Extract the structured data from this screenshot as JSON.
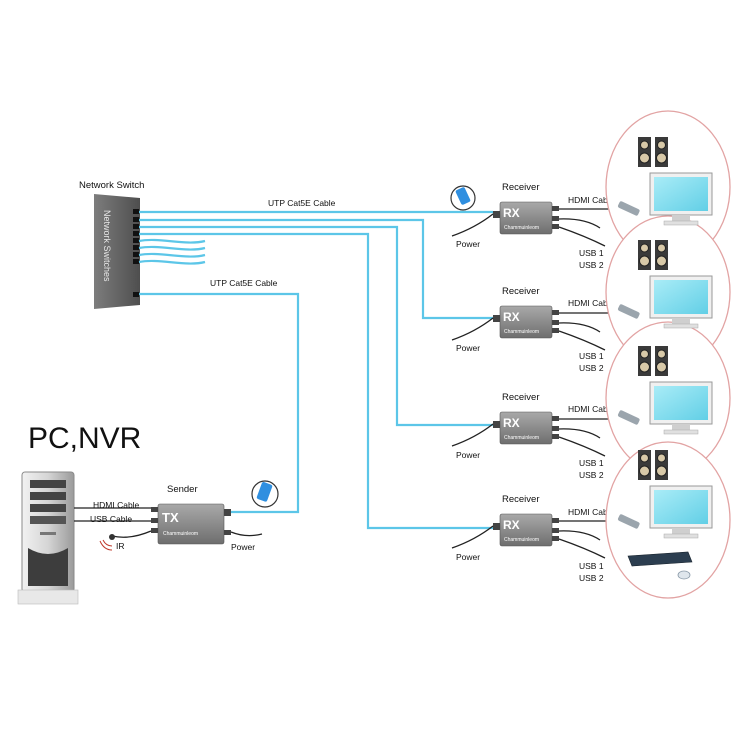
{
  "title": "PC,NVR",
  "network_switch": {
    "heading": "Network Switch",
    "body_text": "Network Switches"
  },
  "cable_labels": {
    "top": "UTP Cat5E Cable",
    "sender": "UTP Cat5E Cable"
  },
  "sender": {
    "heading": "Sender",
    "badge": "TX",
    "brand": "Chammuinleom",
    "hdmi_label": "HDMI Cable",
    "usb_label": "USB Cable",
    "ir_label": "IR",
    "power_label": "Power"
  },
  "receivers": [
    {
      "heading": "Receiver",
      "badge": "RX",
      "brand": "Chammuinleom",
      "hdmi_label": "HDMI Cable",
      "usb1": "USB 1",
      "usb2": "USB 2",
      "power_label": "Power"
    },
    {
      "heading": "Receiver",
      "badge": "RX",
      "brand": "Chammuinleom",
      "hdmi_label": "HDMI Cable",
      "usb1": "USB 1",
      "usb2": "USB 2",
      "power_label": "Power"
    },
    {
      "heading": "Receiver",
      "badge": "RX",
      "brand": "Chammuinleom",
      "hdmi_label": "HDMI Cable",
      "usb1": "USB 1",
      "usb2": "USB 2",
      "power_label": "Power"
    },
    {
      "heading": "Receiver",
      "badge": "RX",
      "brand": "Chammuinleom",
      "hdmi_label": "HDMI Cable",
      "usb1": "USB 1",
      "usb2": "USB 2",
      "power_label": "Power"
    }
  ],
  "colors": {
    "cable": "#5cc6e8",
    "device": "#8c8c8c",
    "switch": "#6b6b6b",
    "monitor_screen": "#8fe3f2",
    "ellipse_border": "#e2a3a3"
  }
}
